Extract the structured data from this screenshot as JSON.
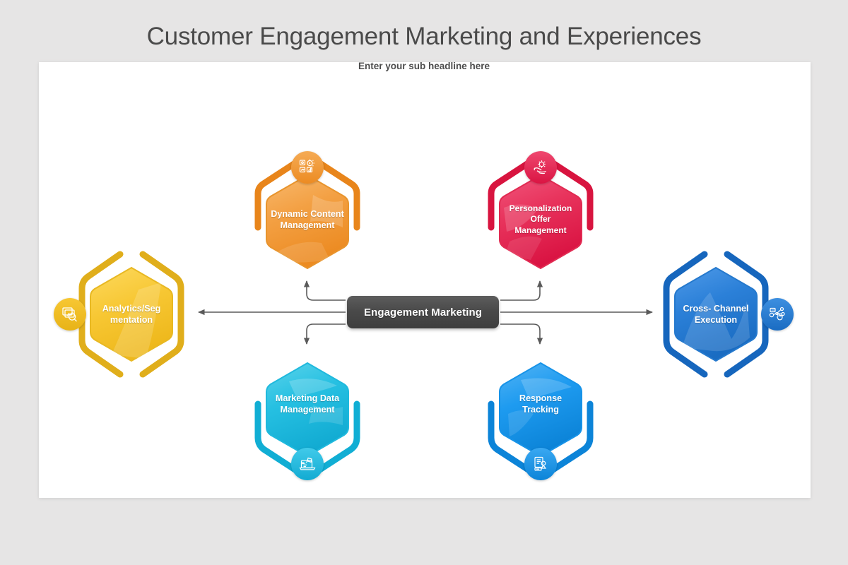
{
  "slide": {
    "title": "Customer Engagement Marketing and Experiences",
    "subtitle": "Enter your sub headline here",
    "background_color": "#e6e5e5",
    "card_color": "#ffffff"
  },
  "center": {
    "label": "Engagement Marketing",
    "color": "#4a4a4a",
    "text_color": "#ffffff"
  },
  "nodes": [
    {
      "id": "analytics",
      "label": "Analytics/Seg mentation",
      "line1": "Analytics/Seg",
      "line2": "mentation",
      "line3": "",
      "color": "#f7c733",
      "dark_color": "#e0ae1b",
      "light_color": "#fdd95e",
      "icon": "analytics-chart-search-icon",
      "icon_position": "left",
      "connector": "horizontal-left"
    },
    {
      "id": "dynamic-content",
      "label": "Dynamic Content Management",
      "line1": "Dynamic Content",
      "line2": "Management",
      "line3": "",
      "color": "#f3a043",
      "dark_color": "#e8851b",
      "light_color": "#f8b96e",
      "icon": "dynamic-content-grid-icon",
      "icon_position": "top",
      "connector": "elbow-up-left"
    },
    {
      "id": "personalization-offer",
      "label": "Personalization Offer Management",
      "line1": "Personalization",
      "line2": "Offer",
      "line3": "Management",
      "color": "#e8335c",
      "dark_color": "#d8143f",
      "light_color": "#f0567c",
      "icon": "hand-gear-offer-icon",
      "icon_position": "top",
      "connector": "elbow-up-right"
    },
    {
      "id": "cross-channel",
      "label": "Cross- Channel Execution",
      "line1": "Cross- Channel",
      "line2": "Execution",
      "line3": "",
      "color": "#2b80d8",
      "dark_color": "#1666bd",
      "light_color": "#4f9ae8",
      "icon": "network-touchpoint-icon",
      "icon_position": "right",
      "connector": "horizontal-right"
    },
    {
      "id": "marketing-data",
      "label": "Marketing Data Management",
      "line1": "Marketing Data",
      "line2": "Management",
      "line3": "",
      "color": "#26c0e2",
      "dark_color": "#11aed4",
      "light_color": "#5bd3ea",
      "icon": "laptop-data-icon",
      "icon_position": "bottom",
      "connector": "elbow-down-left"
    },
    {
      "id": "response-tracking",
      "label": "Response Tracking",
      "line1": "Response",
      "line2": "Tracking",
      "line3": "",
      "color": "#1e9bf0",
      "dark_color": "#0c84d8",
      "light_color": "#54b4f4",
      "icon": "checklist-report-icon",
      "icon_position": "bottom",
      "connector": "elbow-down-right"
    }
  ],
  "connectors": {
    "color": "#5a5a5a",
    "count": 6
  }
}
